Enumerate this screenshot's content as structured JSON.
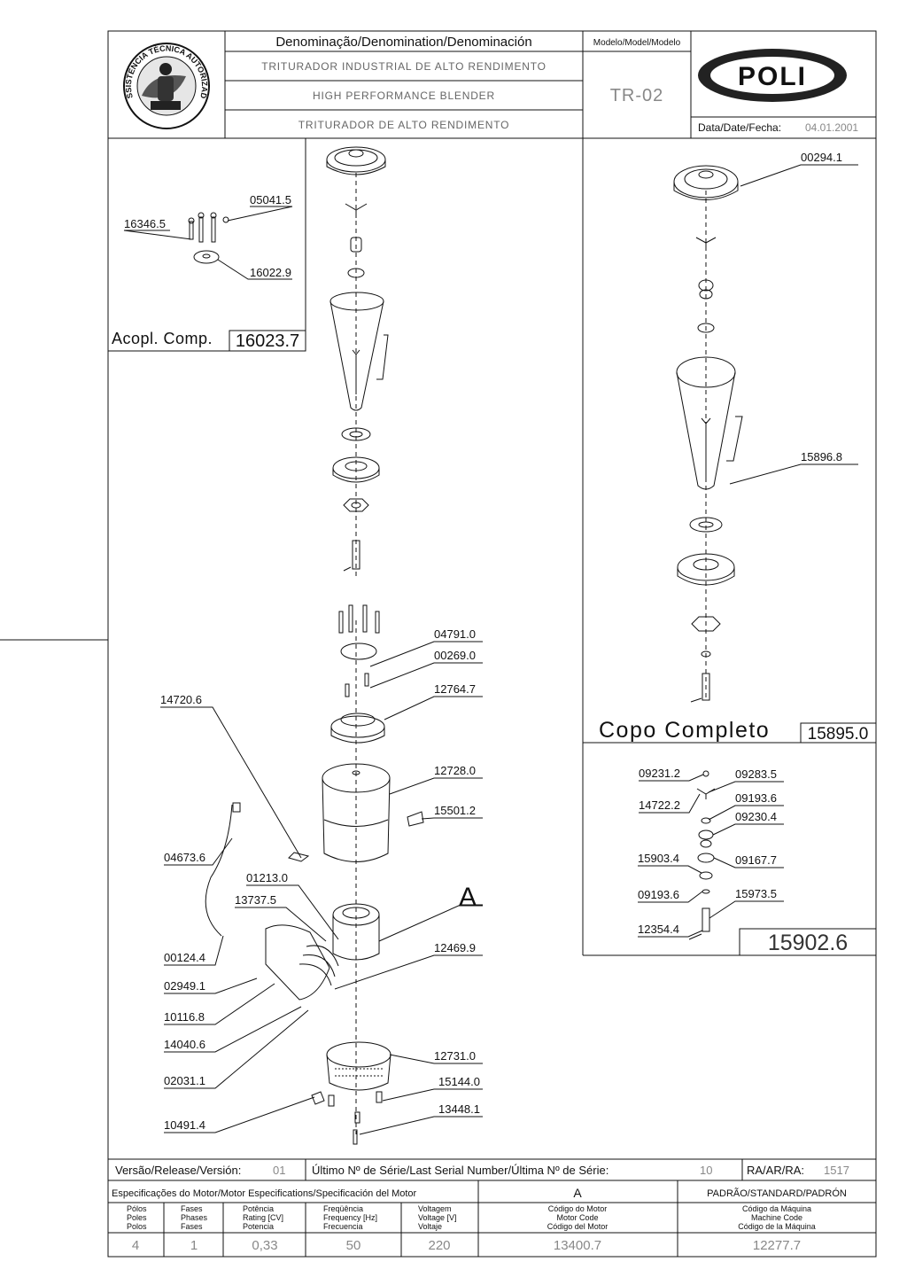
{
  "header": {
    "denomination_title": "Denominação/Denomination/Denominación",
    "names": [
      "TRITURADOR INDUSTRIAL DE ALTO RENDIMENTO",
      "HIGH PERFORMANCE BLENDER",
      "TRITURADOR DE ALTO RENDIMENTO"
    ],
    "model_label": "Modelo/Model/Modelo",
    "model_value": "TR-02",
    "date_label": "Data/Date/Fecha:",
    "date_value": "04.01.2001",
    "brand": "POLI",
    "seal_text": "ASSISTÊNCIA TÉCNICA AUTORIZADA"
  },
  "assemblies": {
    "coupling": {
      "label": "Acopl. Comp.",
      "code": "16023.7"
    },
    "cup": {
      "label": "Copo Completo",
      "code": "15895.0"
    },
    "blade": {
      "code": "15902.6"
    }
  },
  "part_labels": [
    "05041.5",
    "16346.5",
    "16022.9",
    "00294.1",
    "15896.8",
    "04791.0",
    "00269.0",
    "12764.7",
    "14720.6",
    "12728.0",
    "15501.2",
    "04673.6",
    "01213.0",
    "13737.5",
    "00124.4",
    "02949.1",
    "10116.8",
    "14040.6",
    "02031.1",
    "10491.4",
    "12469.9",
    "12731.0",
    "15144.0",
    "13448.1",
    "09231.2",
    "09283.5",
    "14722.2",
    "09193.6",
    "09230.4",
    "15903.4",
    "09167.7",
    "09193.6",
    "15973.5",
    "12354.4"
  ],
  "detail_marker": "A",
  "footer": {
    "release_label": "Versão/Release/Versión:",
    "release_value": "01",
    "serial_label": "Último Nº de Série/Last Serial Number/Última Nº de Série:",
    "serial_value": "10",
    "ra_label": "RA/AR/RA:",
    "ra_value": "1517",
    "motor_spec_label": "Especificações do Motor/Motor Especifications/Specificación del Motor",
    "motor_variant": "A",
    "standard_label": "PADRÃO/STANDARD/PADRÓN",
    "columns": [
      {
        "label": [
          "Pólos",
          "Poles",
          "Polos"
        ],
        "value": "4"
      },
      {
        "label": [
          "Fases",
          "Phases",
          "Fases"
        ],
        "value": "1"
      },
      {
        "label": [
          "Potência",
          "Rating [CV]",
          "Potencia"
        ],
        "value": "0,33"
      },
      {
        "label": [
          "Freqüência",
          "Frequency [Hz]",
          "Frecuencia"
        ],
        "value": "50"
      },
      {
        "label": [
          "Voltagem",
          "Voltage [V]",
          "Voltaje"
        ],
        "value": "220"
      },
      {
        "label": [
          "Código do Motor",
          "Motor Code",
          "Código del Motor"
        ],
        "value": "13400.7"
      },
      {
        "label": [
          "Código da Máquina",
          "Machine Code",
          "Código de la Máquina"
        ],
        "value": "12277.7"
      }
    ]
  }
}
